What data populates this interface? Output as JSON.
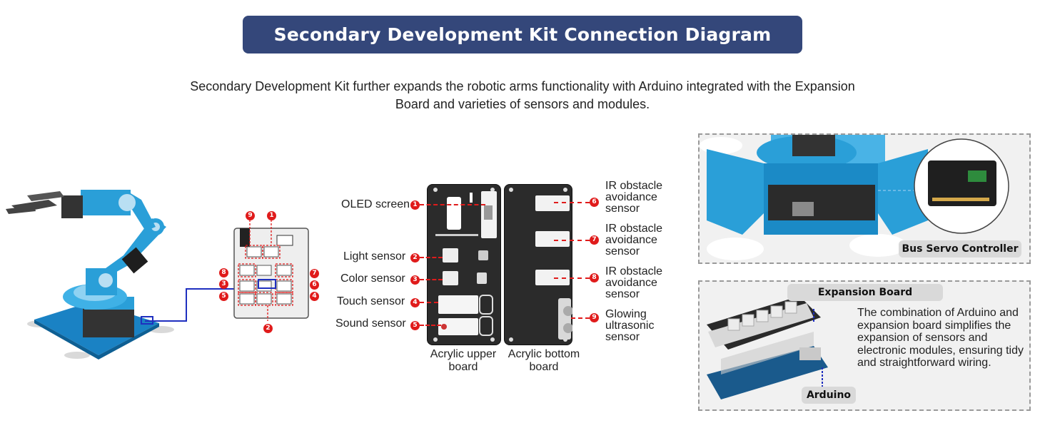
{
  "title": "Secondary Development Kit Connection Diagram",
  "intro": "Secondary Development Kit further expands the robotic arms functionality with Arduino integrated with the Expansion Board and varieties of sensors and modules.",
  "controller_numbers": {
    "top_left": "9",
    "top_right": "1",
    "left_1": "8",
    "left_2": "3",
    "left_3": "5",
    "right_1": "7",
    "right_2": "6",
    "right_3": "4",
    "bottom": "2"
  },
  "upper_sensors": [
    {
      "label": "OLED screen",
      "num": "1"
    },
    {
      "label": "Light sensor",
      "num": "2"
    },
    {
      "label": "Color sensor",
      "num": "3"
    },
    {
      "label": "Touch sensor",
      "num": "4"
    },
    {
      "label": "Sound sensor",
      "num": "5"
    }
  ],
  "lower_sensors": [
    {
      "label": "IR obstacle avoidance sensor",
      "num": "6",
      "lines": [
        "IR obstacle",
        "avoidance",
        "sensor"
      ]
    },
    {
      "label": "IR obstacle avoidance sensor",
      "num": "7",
      "lines": [
        "IR obstacle",
        "avoidance",
        "sensor"
      ]
    },
    {
      "label": "IR obstacle avoidance sensor",
      "num": "8",
      "lines": [
        "IR obstacle",
        "avoidance",
        "sensor"
      ]
    },
    {
      "label": "Glowing ultrasonic sensor",
      "num": "9",
      "lines": [
        "Glowing",
        "ultrasonic",
        "sensor"
      ]
    }
  ],
  "boards": {
    "upper_line1": "Acrylic upper",
    "upper_line2": "board",
    "lower_line1": "Acrylic bottom",
    "lower_line2": "board"
  },
  "panels": {
    "bus_servo": "Bus Servo Controller",
    "expansion": "Expansion Board",
    "arduino": "Arduino",
    "description": "The combination of Arduino and expansion board simplifies the expansion of sensors and electronic modules, ensuring tidy and straightforward wiring."
  },
  "colors": {
    "title_bg": "#34477a",
    "marker_red": "#e01b1b",
    "connector_blue": "#1f2fbf",
    "arm_blue": "#2a9fd8"
  }
}
